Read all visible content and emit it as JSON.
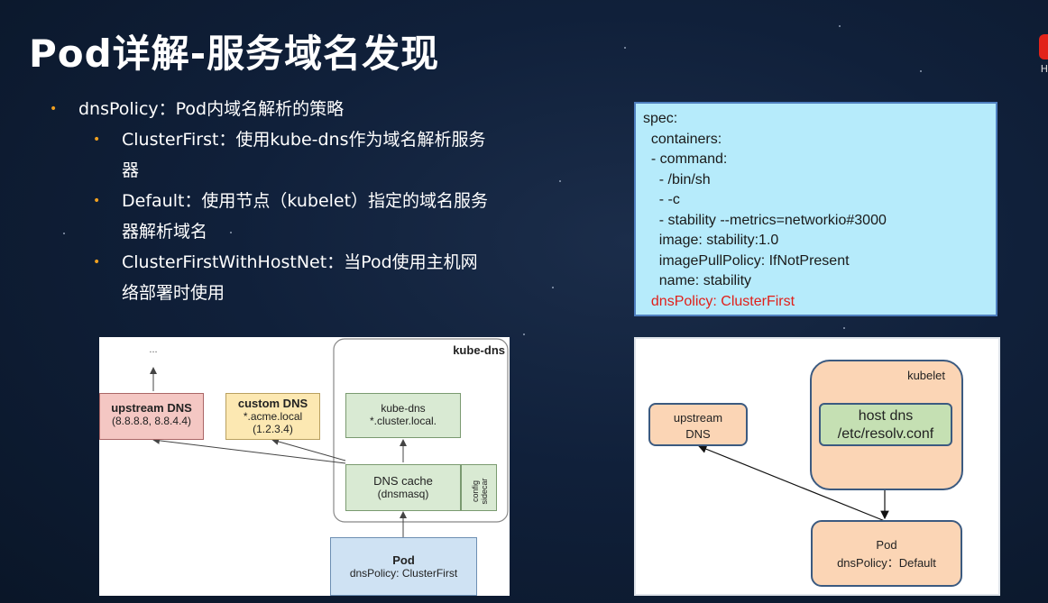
{
  "slide": {
    "title": "Pod详解-服务域名发现",
    "logo_text": "H"
  },
  "bullets": {
    "main": "dnsPolicy：Pod内域名解析的策略",
    "sub": [
      {
        "line1": "ClusterFirst：使用kube-dns作为域名解析服务",
        "line2": "器"
      },
      {
        "line1": "Default：使用节点（kubelet）指定的域名服务",
        "line2": "器解析域名"
      },
      {
        "line1": "ClusterFirstWithHostNet：当Pod使用主机网",
        "line2": "络部署时使用"
      }
    ]
  },
  "yaml": {
    "lines": [
      "spec:",
      "  containers:",
      "  - command:",
      "    - /bin/sh",
      "    - -c",
      "    - stability --metrics=networkio#3000",
      "    image: stability:1.0",
      "    imagePullPolicy: IfNotPresent",
      "    name: stability"
    ],
    "highlight": "  dnsPolicy: ClusterFirst",
    "colors": {
      "background": "#b6ebfb",
      "border": "#4f7fbf",
      "highlight": "#e0201a"
    }
  },
  "diagram_left": {
    "ellipsis": "...",
    "kube_dns_label": "kube-dns",
    "upstream": {
      "title": "upstream DNS",
      "sub": "(8.8.8.8, 8.8.4.4)"
    },
    "custom": {
      "title": "custom DNS",
      "sub1": "*.acme.local",
      "sub2": "(1.2.3.4)"
    },
    "kubedns_box": {
      "line1": "kube-dns",
      "line2": "*.cluster.local."
    },
    "cache": {
      "line1": "DNS cache",
      "line2": "(dnsmasq)"
    },
    "sidecar": {
      "line1": "config",
      "line2": "sidecar"
    },
    "pod": {
      "title": "Pod",
      "sub": "dnsPolicy: ClusterFirst"
    },
    "colors": {
      "upstream": "#f4c7c3",
      "custom": "#fce8b2",
      "green": "#d9ead3",
      "pod": "#cfe2f3"
    }
  },
  "diagram_right": {
    "upstream": {
      "line1": "upstream",
      "line2": "DNS"
    },
    "kubelet": "kubelet",
    "hostdns": {
      "line1": "host dns",
      "line2": "/etc/resolv.conf"
    },
    "pod": {
      "line1": "Pod",
      "line2": "dnsPolicy：Default"
    },
    "colors": {
      "peach": "#fbd5b5",
      "green": "#c5e0b3",
      "border": "#3b5a80"
    }
  }
}
